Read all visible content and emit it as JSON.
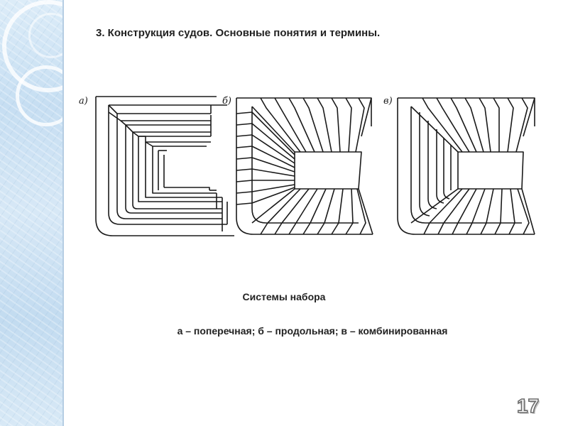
{
  "slide": {
    "title": "3. Конструкция судов. Основные понятия и термины.",
    "caption_title": "Системы набора",
    "caption_legend": "а – поперечная; б – продольная; в – комбинированная",
    "page_number": "17"
  },
  "diagrams": {
    "panel_a_label": "а)",
    "panel_b_label": "б)",
    "panel_c_label": "в)"
  },
  "colors": {
    "side_strip": "#c6def2",
    "text": "#222222",
    "line": "#1a1a1a"
  }
}
